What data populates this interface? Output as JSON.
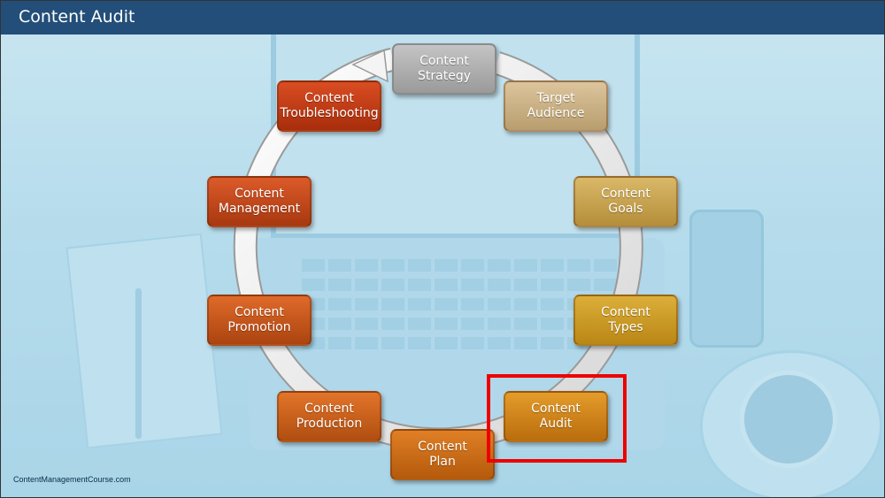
{
  "slide": {
    "title": "Content Audit",
    "footer": "ContentManagementCourse.com"
  },
  "cycle": {
    "steps": [
      {
        "line1": "Content",
        "line2": "Strategy"
      },
      {
        "line1": "Target",
        "line2": "Audience"
      },
      {
        "line1": "Content",
        "line2": "Goals"
      },
      {
        "line1": "Content",
        "line2": "Types"
      },
      {
        "line1": "Content",
        "line2": "Audit"
      },
      {
        "line1": "Content",
        "line2": "Plan"
      },
      {
        "line1": "Content",
        "line2": "Production"
      },
      {
        "line1": "Content",
        "line2": "Promotion"
      },
      {
        "line1": "Content",
        "line2": "Management"
      },
      {
        "line1": "Content",
        "line2": "Troubleshooting"
      }
    ],
    "highlighted_step": "Content Audit",
    "highlight_color": "#ee0000"
  },
  "colors": {
    "header": "#234e79",
    "background": "#b6dcec"
  }
}
